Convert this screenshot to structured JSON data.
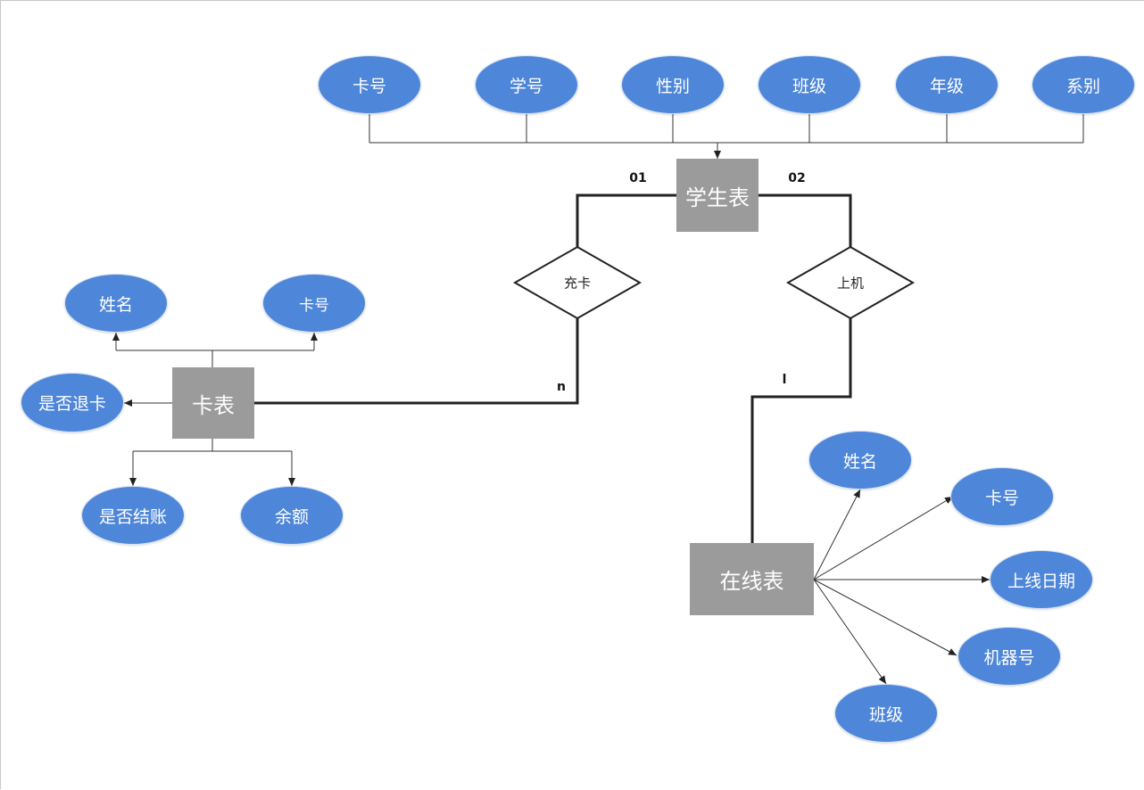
{
  "entities": {
    "student": "学生表",
    "card": "卡表",
    "online": "在线表"
  },
  "relationships": {
    "recharge": "充卡",
    "login": "上机"
  },
  "cardinalities": {
    "c01": "01",
    "c02": "02",
    "n": "n",
    "l": "l"
  },
  "student_attrs": [
    "卡号",
    "学号",
    "性别",
    "班级",
    "年级",
    "系别"
  ],
  "card_attrs": {
    "name": "姓名",
    "card_no": "卡号",
    "cancelled": "是否退卡",
    "settled": "是否结账",
    "balance": "余额"
  },
  "online_attrs": {
    "name": "姓名",
    "card_no": "卡号",
    "online_date": "上线日期",
    "machine_no": "机器号",
    "class": "班级"
  },
  "colors": {
    "attribute_fill": "#4e86d9",
    "entity_fill": "#9b9b9b",
    "line": "#222222"
  }
}
